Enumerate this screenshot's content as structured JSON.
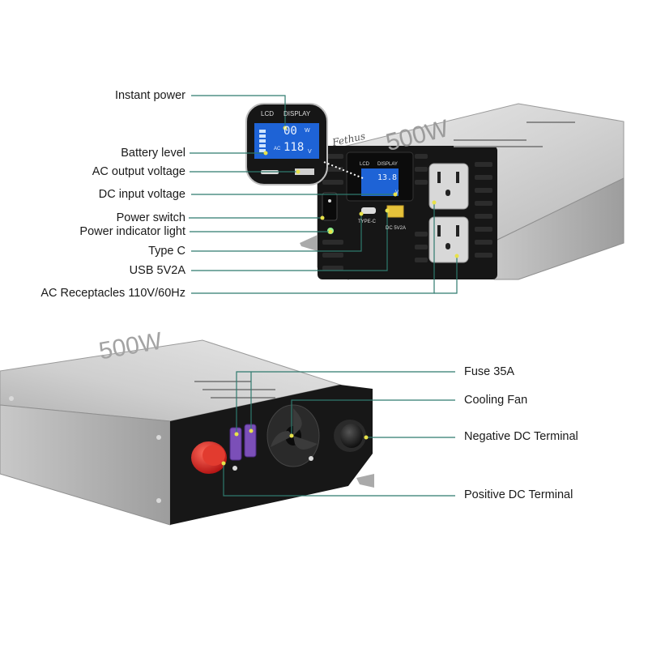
{
  "front_callouts": {
    "instant_power": "Instant power",
    "battery_level": "Battery level",
    "ac_output_voltage": "AC output voltage",
    "dc_input_voltage": "DC input voltage",
    "power_switch": "Power switch",
    "power_indicator_light": "Power indicator light",
    "type_c": "Type C",
    "usb": "USB 5V2A",
    "ac_receptacles": "AC Receptacles 110V/60Hz"
  },
  "rear_callouts": {
    "fuse": "Fuse 35A",
    "cooling_fan": "Cooling Fan",
    "negative_terminal": "Negative DC Terminal",
    "positive_terminal": "Positive DC Terminal"
  },
  "device": {
    "brand_script": "Fethus",
    "model_text": "500W",
    "lcd_label": "LCD",
    "display_label": "DISPLAY",
    "lcd_power_reading": "00",
    "lcd_power_unit": "W",
    "lcd_ac_reading": "118",
    "lcd_ac_unit": "V",
    "lcd_ac_tag": "AC",
    "lcd_dc_reading": "13.8",
    "lcd_dc_unit": "V",
    "type_c_label": "TYPE-C",
    "usb_label": "DC 5V2A"
  },
  "colors": {
    "callout_line": "#2f7a6e",
    "dot": "#e8e24a",
    "casing": "#c9c9c9",
    "panel": "#161616",
    "lcd_blue": "#1e63d6",
    "positive_terminal": "#d21f1f",
    "fuse_purple": "#7b4fb8"
  }
}
